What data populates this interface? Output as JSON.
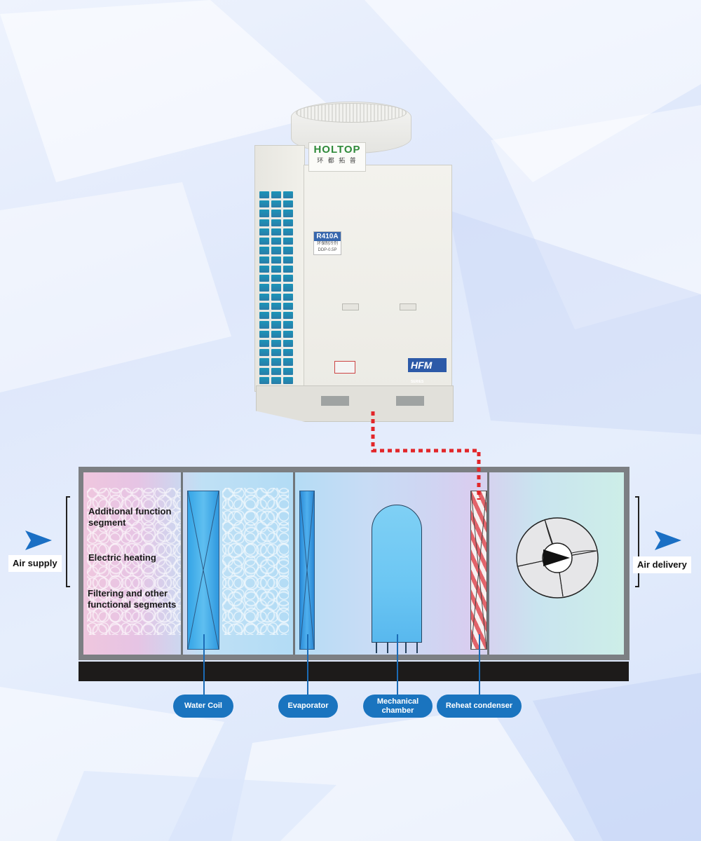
{
  "unit": {
    "brand": "HOLTOP",
    "brand_sub": "环 都 拓 普",
    "refrigerant": "R410A",
    "refrigerant_sub": "环保制冷剂",
    "refrigerant_sub2": "DDP-0.5P",
    "series": "HFM",
    "series_suffix": "SERIES"
  },
  "segments": {
    "additional": "Additional function segment",
    "electric": "Electric heating",
    "filtering": "Filtering and other functional segments"
  },
  "flow": {
    "supply": "Air supply",
    "delivery": "Air delivery"
  },
  "components": [
    {
      "label": "Water Coil"
    },
    {
      "label": "Evaporator"
    },
    {
      "label": "Mechanical chamber"
    },
    {
      "label": "Reheat condenser"
    }
  ],
  "colors": {
    "pill": "#1a74bf",
    "refrigerant_line": "#e2262a",
    "arrow": "#1a6fc4",
    "coil": "#34a4e6"
  }
}
